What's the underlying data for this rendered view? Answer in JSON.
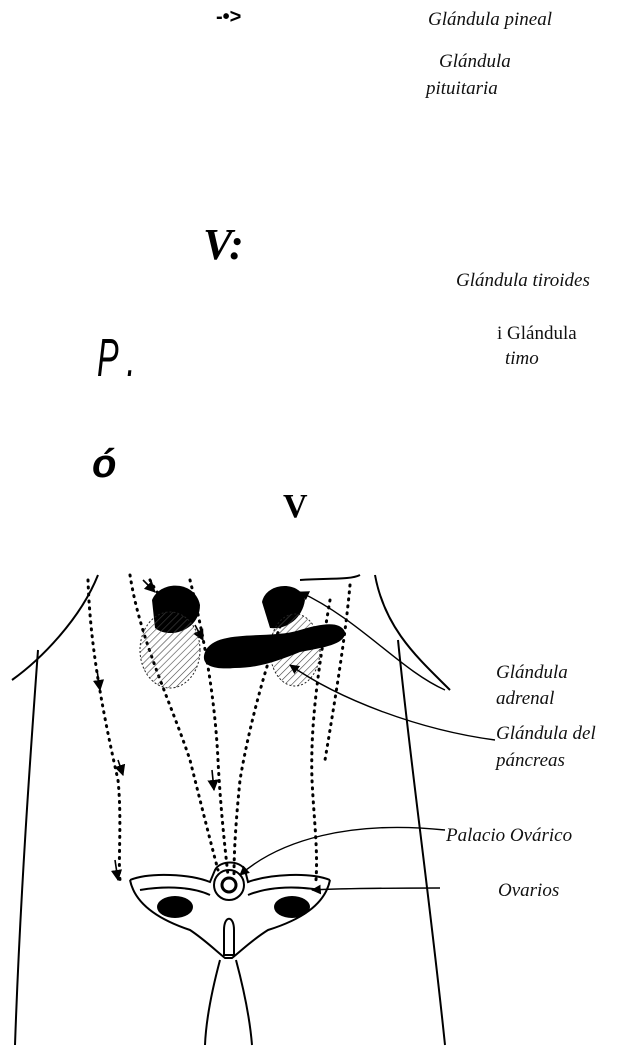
{
  "stray_marks": {
    "arrow": "-•>",
    "v_colon": "V:",
    "p_dot": "P .",
    "o_accent": "ó",
    "v": "V"
  },
  "labels": {
    "pineal": "Glándula pineal",
    "pituitaria_1": "Glándula",
    "pituitaria_2": "pituitaria",
    "tiroides": "Glándula tiroides",
    "timo_1": "i Glándula",
    "timo_2": "timo",
    "adrenal_1": "Glándula",
    "adrenal_2": "adrenal",
    "pancreas_1": "Glándula del",
    "pancreas_2": "páncreas",
    "palacio_ovarico": "Palacio Ovárico",
    "ovarios": "Ovarios"
  }
}
